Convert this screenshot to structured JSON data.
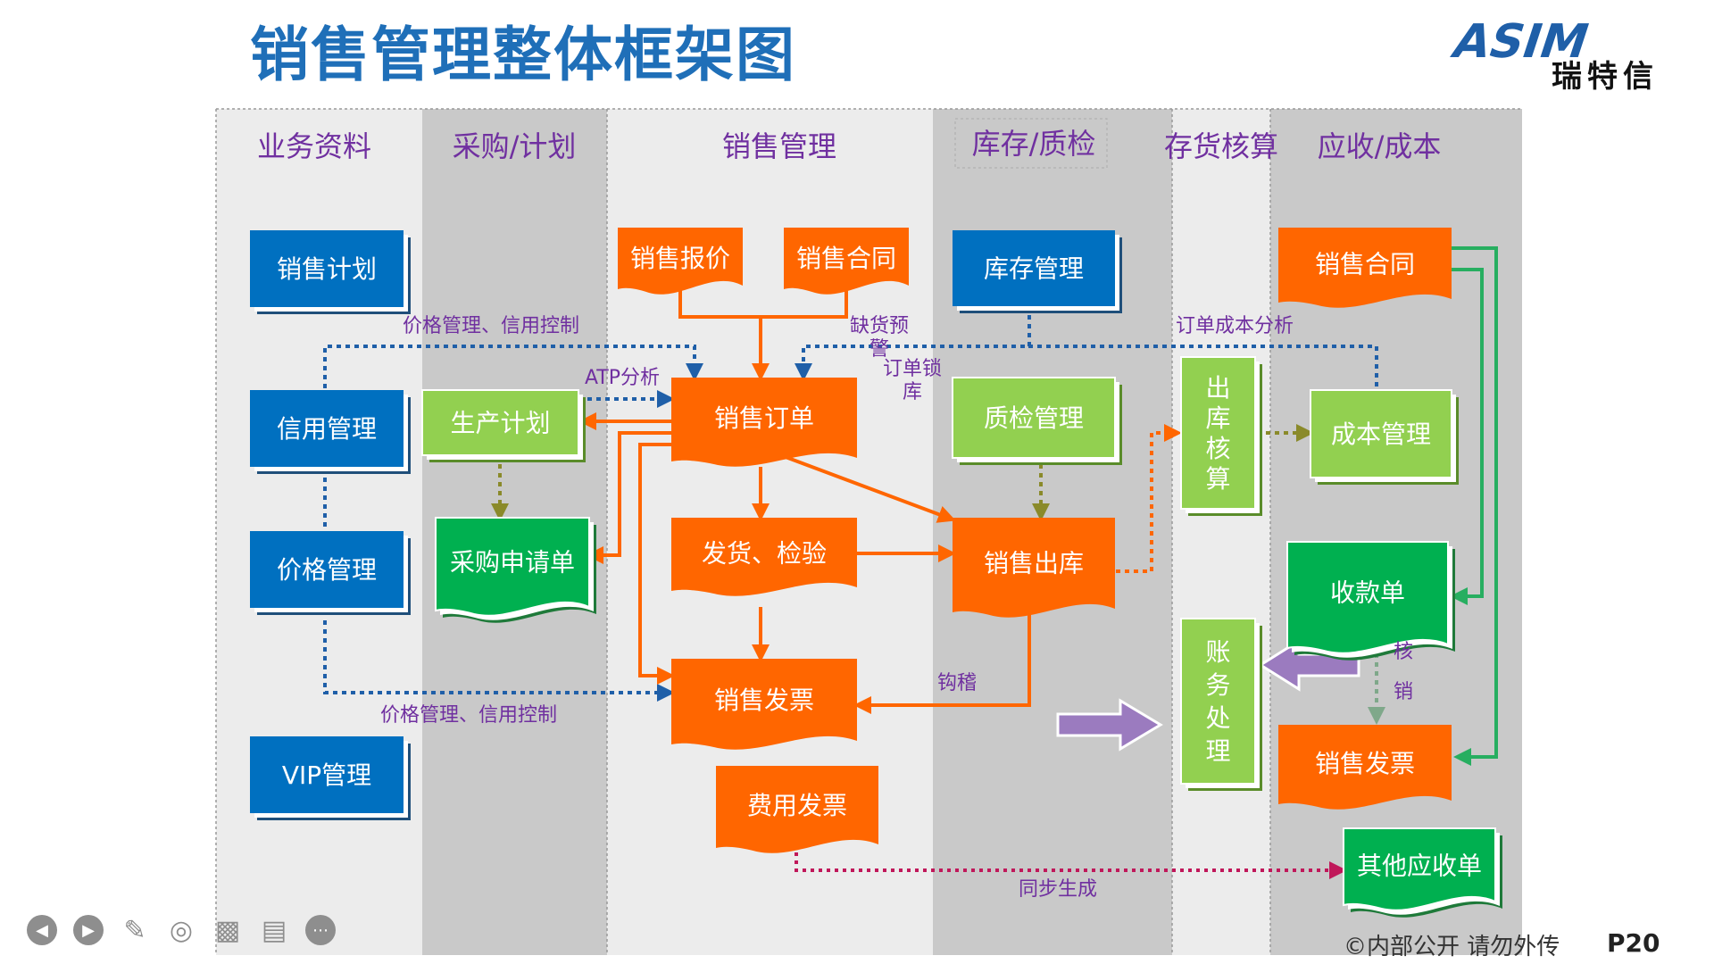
{
  "title": "销售管理整体框架图",
  "logo": {
    "brand": "ASIM",
    "cn": "瑞特信"
  },
  "footer": {
    "text": "©内部公开 请勿外传",
    "page": "P20"
  },
  "lanes": [
    "业务资料",
    "采购/计划",
    "销售管理",
    "库存/质检",
    "存货核算",
    "应收/成本"
  ],
  "nodes": {
    "sales_plan": "销售计划",
    "credit_mgmt": "信用管理",
    "price_mgmt": "价格管理",
    "vip_mgmt": "VIP管理",
    "prod_plan": "生产计划",
    "purchase_req": "采购申请单",
    "sales_quote": "销售报价",
    "sales_contract": "销售合同",
    "sales_order": "销售订单",
    "ship_inspect": "发货、检验",
    "sales_invoice": "销售发票",
    "expense_invoice": "费用发票",
    "inventory_mgmt": "库存管理",
    "qc_mgmt": "质检管理",
    "sales_outbound": "销售出库",
    "outbound_acct": "出库核算",
    "ledger": "账务处理",
    "ar_contract": "销售合同",
    "cost_mgmt": "成本管理",
    "receipt": "收款单",
    "ar_invoice": "销售发票",
    "other_ar": "其他应收单"
  },
  "labels": {
    "price_credit_top": "价格管理、信用控制",
    "price_credit_bottom": "价格管理、信用控制",
    "atp": "ATP分析",
    "shortage_a": "缺货预",
    "shortage_b": "警",
    "lock_a": "订单锁",
    "lock_b": "库",
    "order_cost": "订单成本分析",
    "reconcile": "钩稽",
    "writeoff_a": "核",
    "writeoff_b": "销",
    "sync": "同步生成"
  },
  "colors": {
    "blue": "#0070c0",
    "orange": "#ff6600",
    "light_green": "#92d050",
    "green": "#00b050",
    "purple": "#7030a0",
    "dotted_blue": "#1f5fa8",
    "olive": "#8a8a2a",
    "pink": "#c0185a",
    "title": "#1f6fb8"
  },
  "toolbar": [
    "prev-icon",
    "play-icon",
    "pen-icon",
    "focus-icon",
    "camera-icon",
    "comment-icon",
    "more-icon"
  ]
}
